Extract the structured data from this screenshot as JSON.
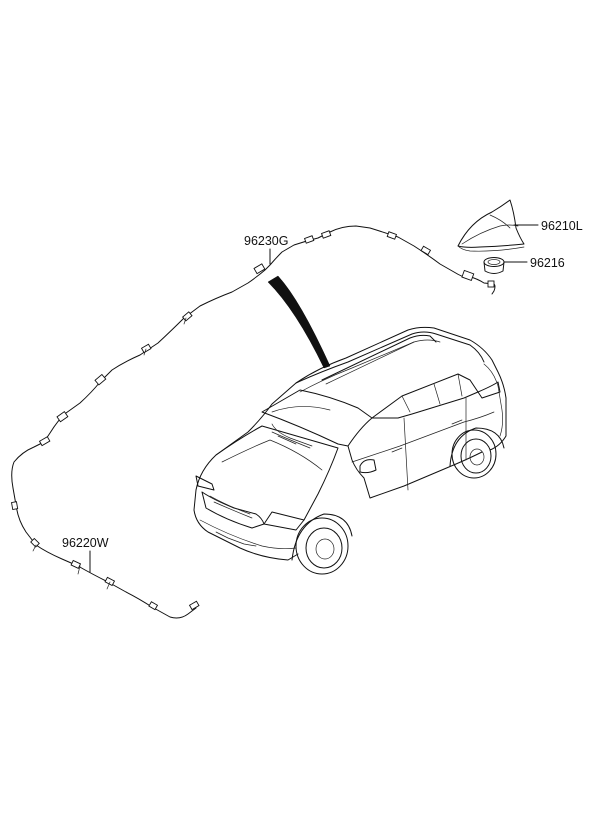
{
  "colors": {
    "line": "#111111",
    "background": "#ffffff",
    "pointer": "#111111"
  },
  "parts": [
    {
      "id": "antenna-assembly",
      "part_number": "96210L"
    },
    {
      "id": "antenna-gasket",
      "part_number": "96216"
    },
    {
      "id": "roof-feeder-cable",
      "part_number": "96230G"
    },
    {
      "id": "main-feeder-cable",
      "part_number": "96220W"
    }
  ]
}
